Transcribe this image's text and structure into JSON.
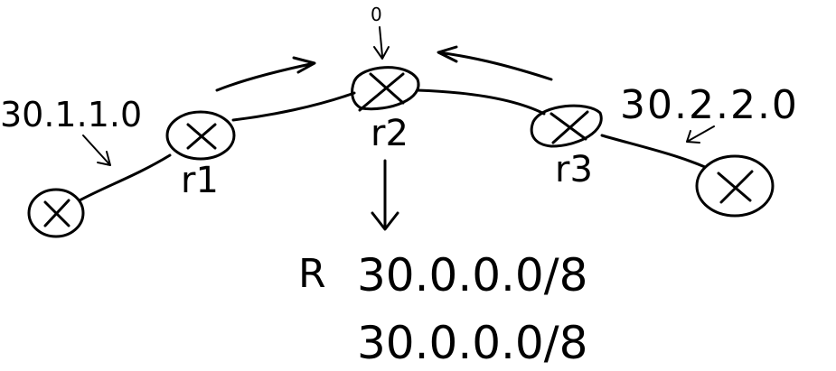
{
  "labels": {
    "left_network": "30.1.1.0",
    "right_network": "30.2.2.0",
    "router1": "r1",
    "router2": "r2",
    "router3": "r3",
    "top_marker": "0",
    "route_entry_prefix": "R",
    "route_entry_1": "30.0.0.0/8",
    "route_entry_2": "30.0.0.0/8"
  },
  "colors": {
    "ink": "#000000",
    "background": "#ffffff"
  },
  "icons": [
    "router-icon",
    "host-icon",
    "arrow-icon"
  ]
}
